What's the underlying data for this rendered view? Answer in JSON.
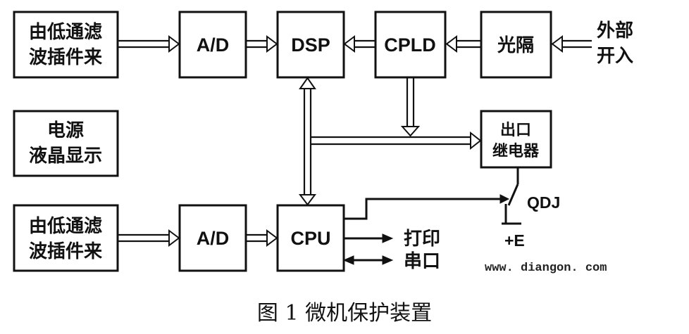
{
  "blocks": {
    "lpf_top": [
      "由低通滤",
      "波插件来"
    ],
    "ad_top": "A/D",
    "dsp": "DSP",
    "cpld": "CPLD",
    "optocoupler": "光隔",
    "external_input": [
      "外部",
      "开入"
    ],
    "power_lcd": [
      "电源",
      "液晶显示"
    ],
    "relay": [
      "出口",
      "继电器"
    ],
    "lpf_bottom": [
      "由低通滤",
      "波插件来"
    ],
    "ad_bottom": "A/D",
    "cpu": "CPU"
  },
  "labels": {
    "qdj": "QDJ",
    "plus_e": "+E",
    "print": "打印",
    "serial": "串口",
    "website": "www. diangon. com"
  },
  "caption": "图 1  微机保护装置"
}
